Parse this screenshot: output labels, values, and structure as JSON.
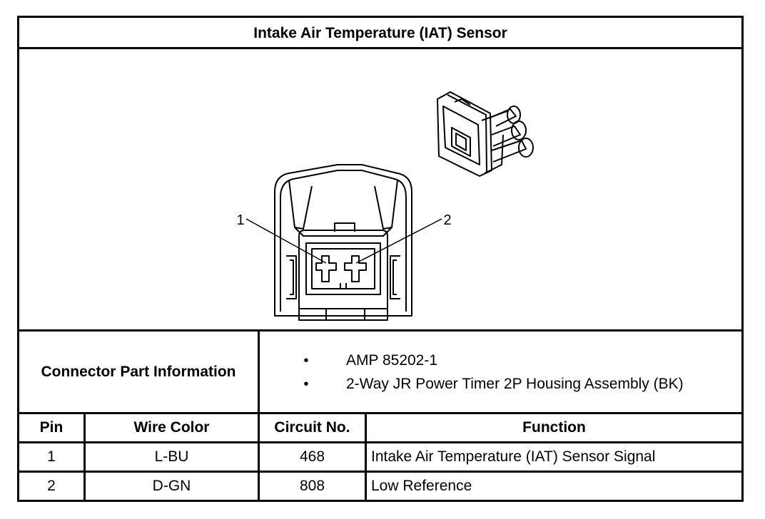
{
  "title": "Intake Air Temperature (IAT) Sensor",
  "figure": {
    "callouts": [
      "1",
      "2"
    ],
    "icons": [
      "connector-face-view",
      "connector-isometric-view"
    ]
  },
  "part_info": {
    "label": "Connector Part Information",
    "items": [
      "AMP 85202-1",
      "2-Way JR Power Timer 2P Housing Assembly (BK)"
    ],
    "bullet": "•"
  },
  "table": {
    "headers": [
      "Pin",
      "Wire Color",
      "Circuit No.",
      "Function"
    ],
    "rows": [
      [
        "1",
        "L-BU",
        "468",
        "Intake Air Temperature (IAT) Sensor Signal"
      ],
      [
        "2",
        "D-GN",
        "808",
        "Low Reference"
      ]
    ]
  }
}
